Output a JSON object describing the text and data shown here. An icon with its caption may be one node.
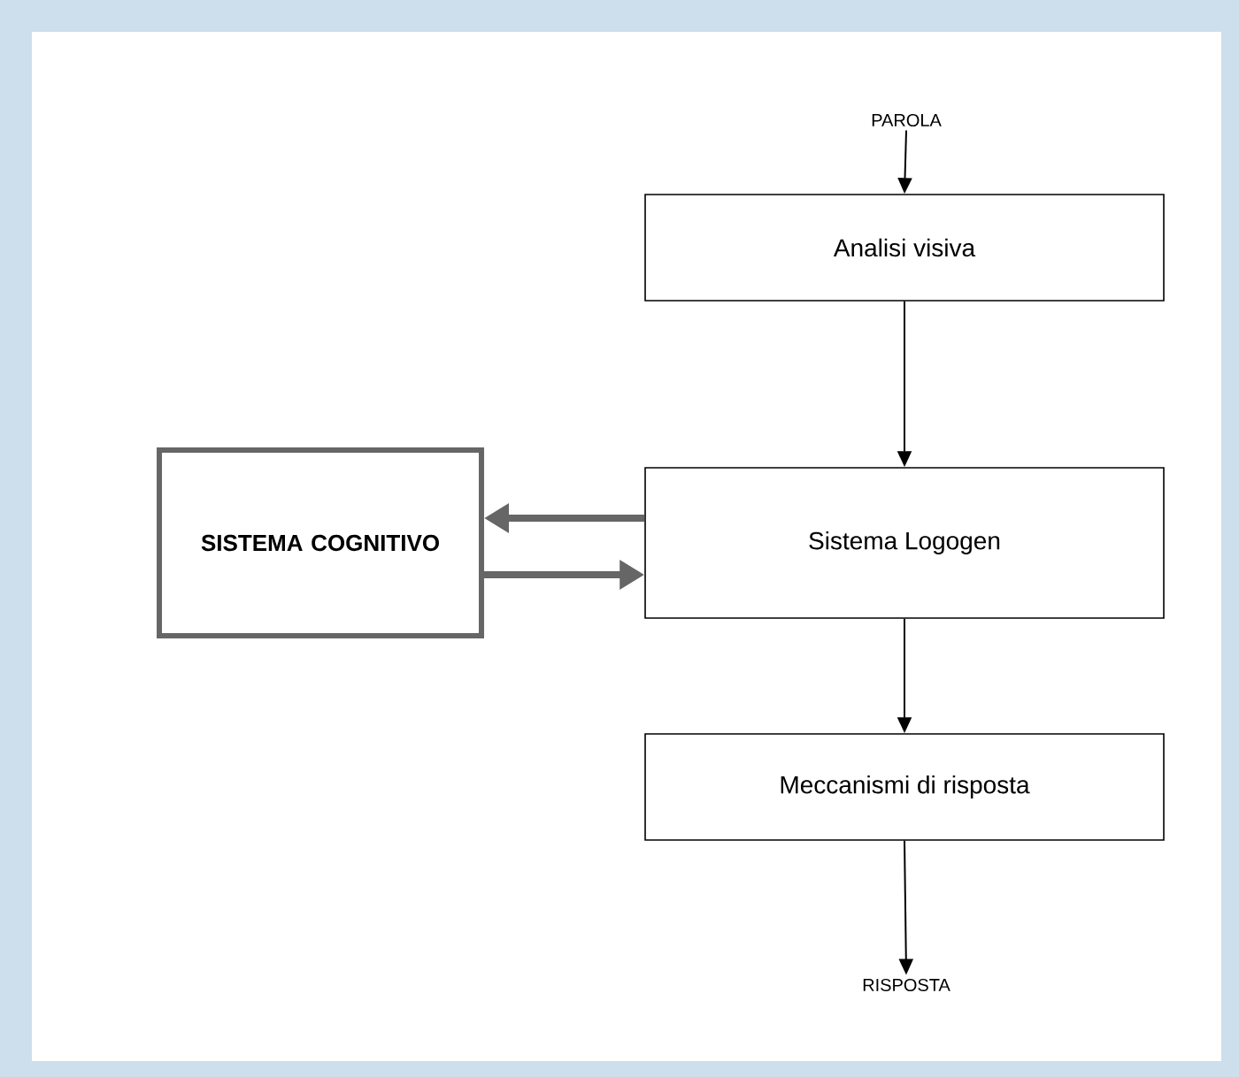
{
  "diagram": {
    "nodes": [
      {
        "text": [
          "PAROLA"
        ]
      },
      {
        "text": [
          "Analisi visiva"
        ]
      },
      {
        "text": [
          "SISTEMA COGNITIVO"
        ]
      },
      {
        "text": [
          "Sistema Logogen"
        ]
      },
      {
        "text": [
          "Meccanismi di risposta"
        ]
      },
      {
        "text": [
          "RISPOSTA"
        ]
      }
    ],
    "edges": [
      {
        "from": 0,
        "to": 1,
        "arrow": "to"
      },
      {
        "from": 1,
        "to": 3,
        "arrow": "to"
      },
      {
        "from": 3,
        "to": 2,
        "arrow": "to",
        "style": "thick",
        "color": "#666666"
      },
      {
        "from": 2,
        "to": 3,
        "arrow": "to",
        "style": "thick",
        "color": "#666666"
      },
      {
        "from": 3,
        "to": 4,
        "arrow": "to"
      },
      {
        "from": 4,
        "to": 5,
        "arrow": "to"
      }
    ]
  }
}
